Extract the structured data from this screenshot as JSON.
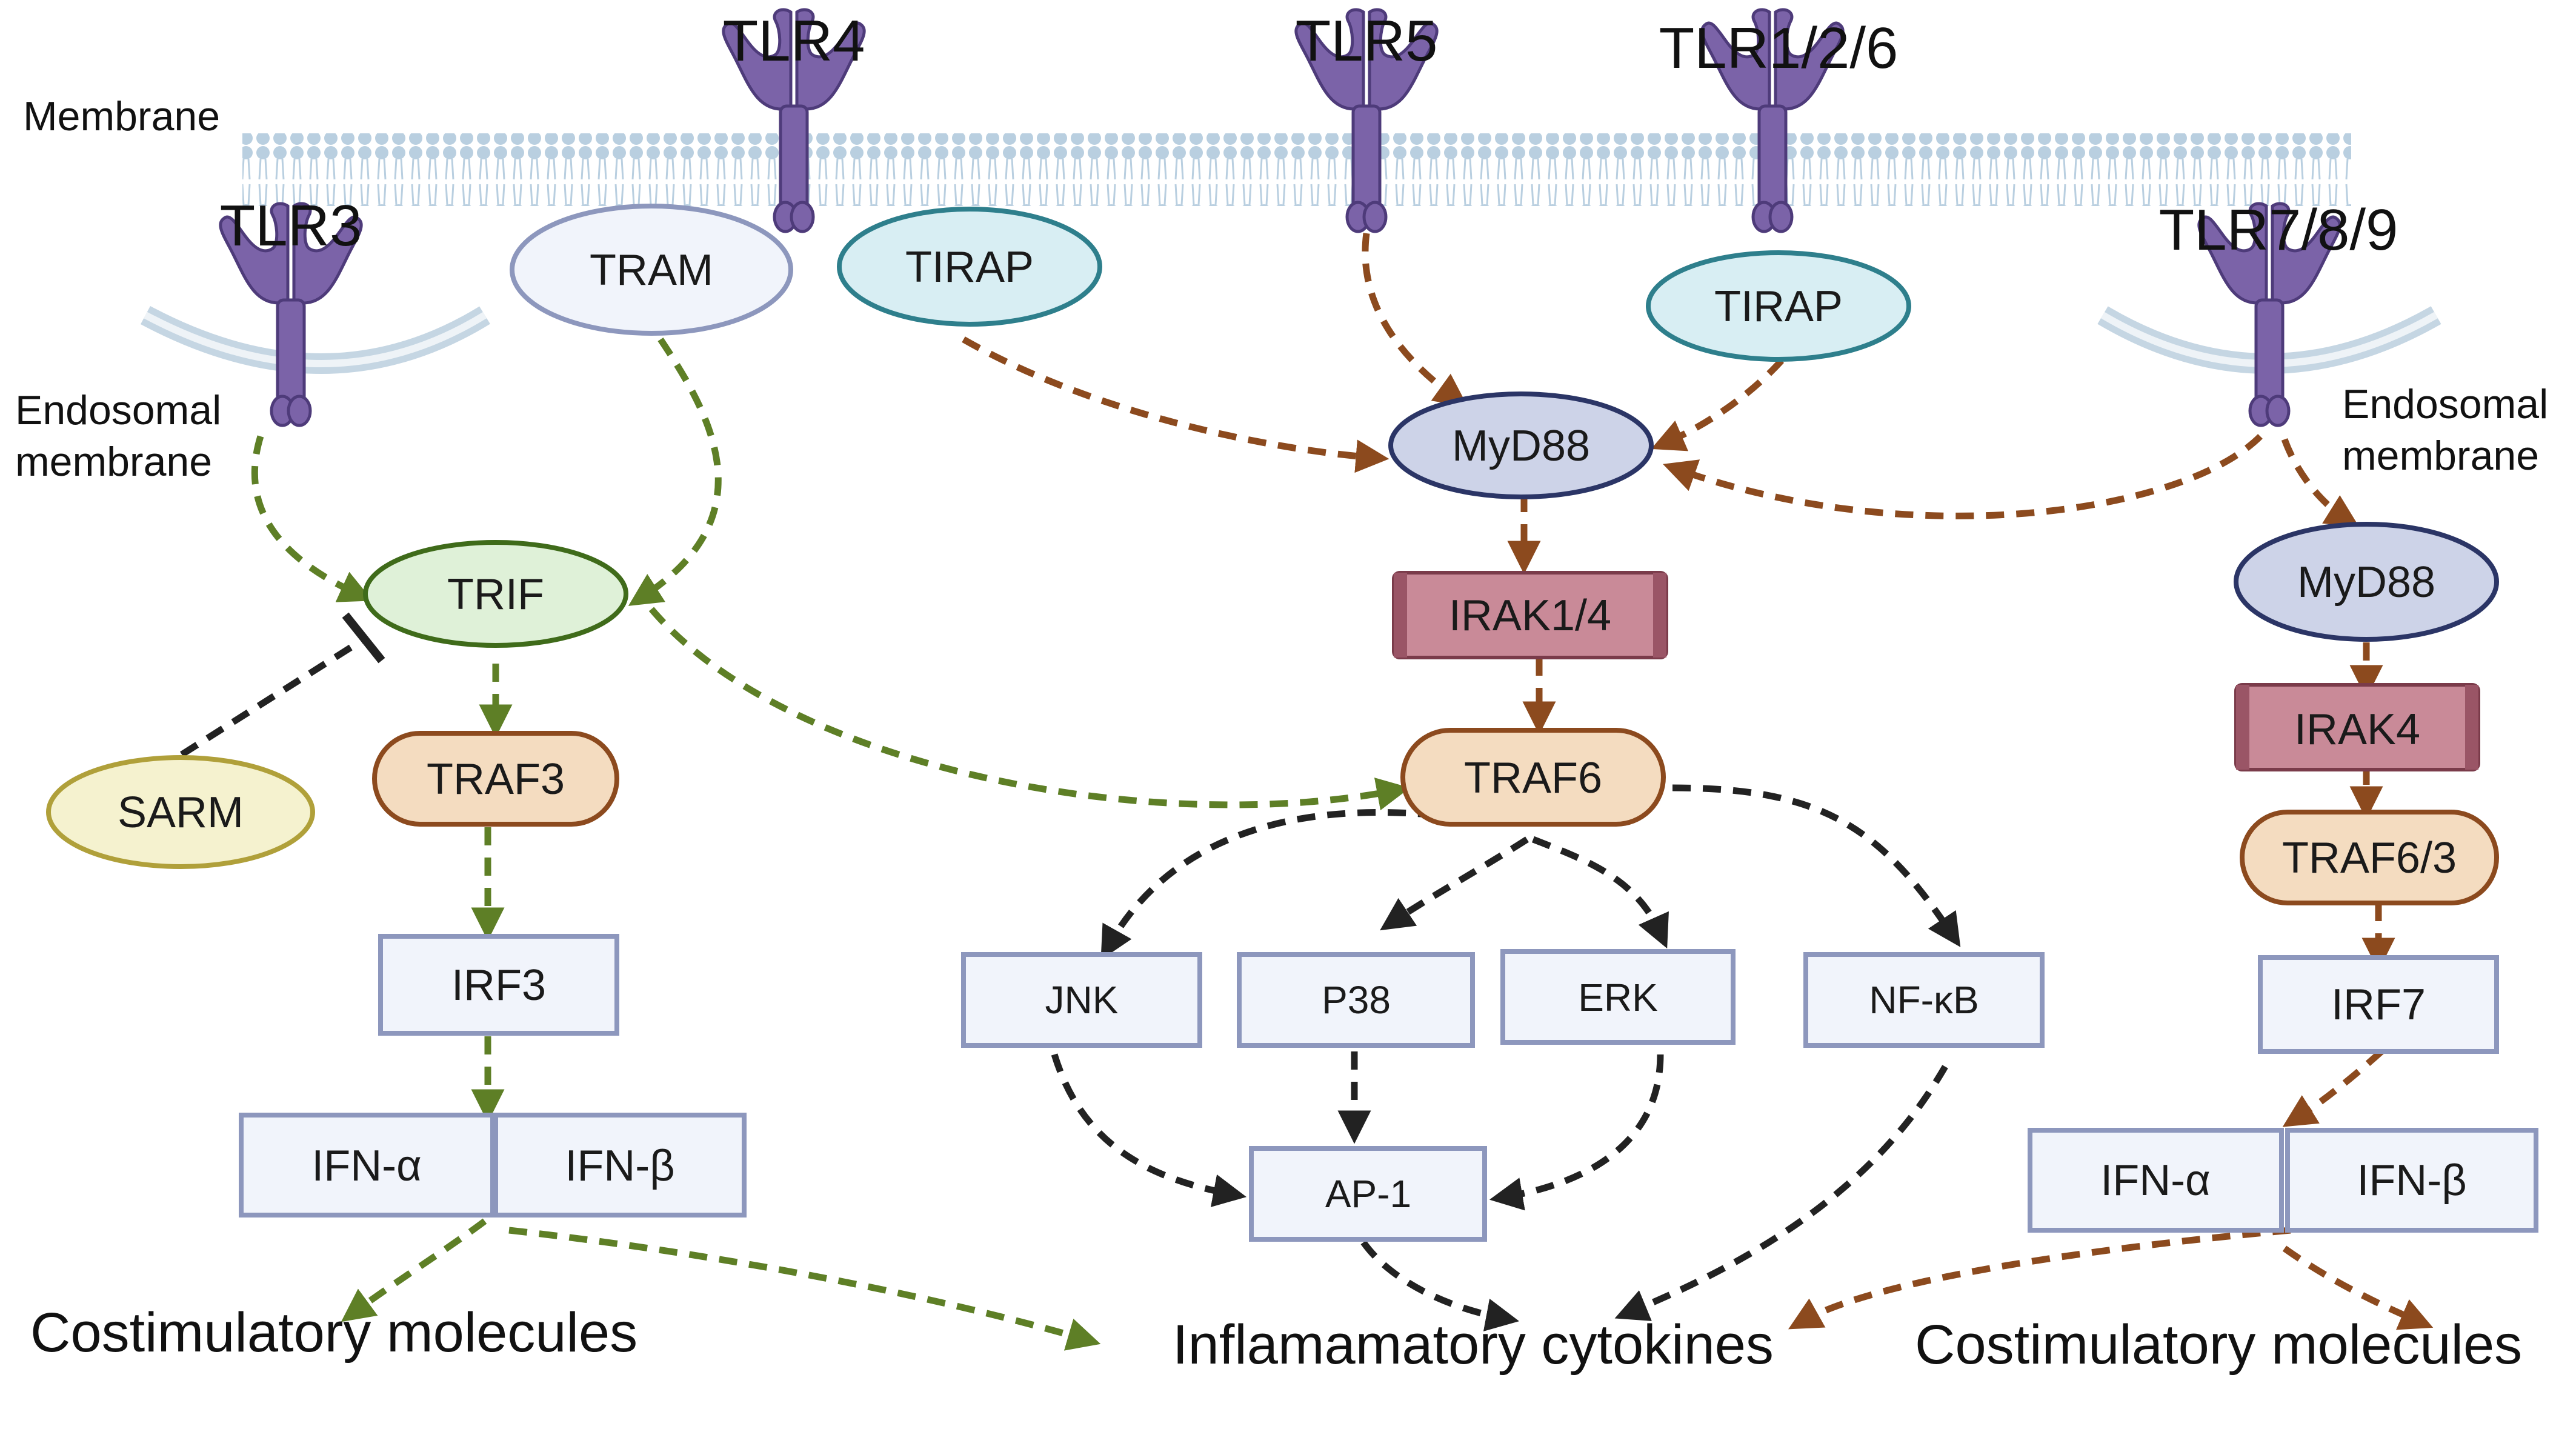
{
  "membrane": {
    "label": "Membrane"
  },
  "receptors": {
    "tlr4": "TLR4",
    "tlr5": "TLR5",
    "tlr126": "TLR1/2/6",
    "tlr3": "TLR3",
    "tlr789": "TLR7/8/9"
  },
  "endosomal": {
    "left_line1": "Endosomal",
    "left_line2": "membrane",
    "right_line1": "Endosomal",
    "right_line2": "membrane"
  },
  "adaptors": {
    "tram": "TRAM",
    "tirap_left": "TIRAP",
    "tirap_right": "TIRAP",
    "trif": "TRIF",
    "sarm": "SARM",
    "myd88_center": "MyD88",
    "myd88_right": "MyD88"
  },
  "kinases": {
    "irak14": "IRAK1/4",
    "irak4": "IRAK4"
  },
  "traf": {
    "traf3": "TRAF3",
    "traf6": "TRAF6",
    "traf63": "TRAF6/3"
  },
  "factors": {
    "irf3": "IRF3",
    "irf7": "IRF7",
    "jnk": "JNK",
    "p38": "P38",
    "erk": "ERK",
    "nfkb": "NF-κB",
    "ap1": "AP-1",
    "ifna_left": "IFN-α",
    "ifnb_left": "IFN-β",
    "ifna_right": "IFN-α",
    "ifnb_right": "IFN-β"
  },
  "outputs": {
    "costim_left": "Costimulatory molecules",
    "cytokines": "Inflamamatory cytokines",
    "costim_right": "Costimulatory molecules"
  },
  "colors": {
    "trif_pathway": "#5e7f26",
    "myd88_pathway": "#8c4a1e",
    "downstream": "#222222",
    "receptor": "#7b63a8",
    "box_border": "#8d97bd"
  }
}
